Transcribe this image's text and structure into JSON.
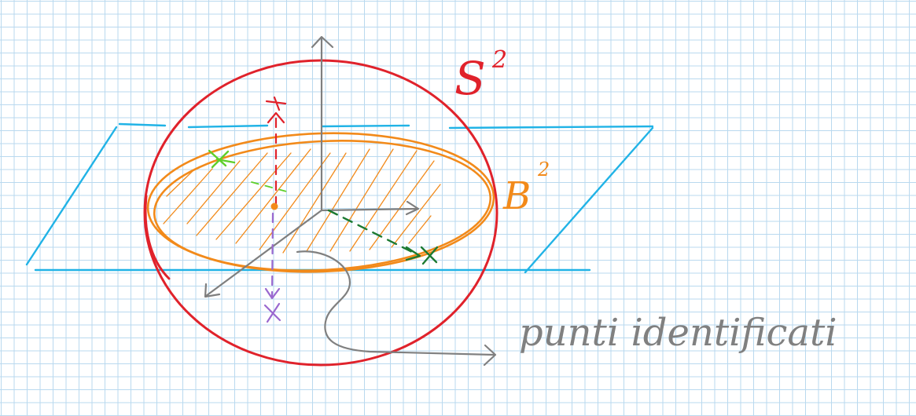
{
  "labels": {
    "sphere_base": "S",
    "sphere_exp": "2",
    "ball_base": "B",
    "ball_exp": "2",
    "caption": "punti identificati"
  },
  "colors": {
    "grid": "#b9d9ef",
    "plane": "#21b3e6",
    "sphere": "#e0222b",
    "disk": "#f28a1a",
    "axes": "#7f7f7f",
    "point_green_light": "#5ecf2a",
    "point_green_dark": "#1c7a32",
    "point_red": "#e0222b",
    "point_purple": "#9a68cf",
    "caption": "#808080"
  }
}
